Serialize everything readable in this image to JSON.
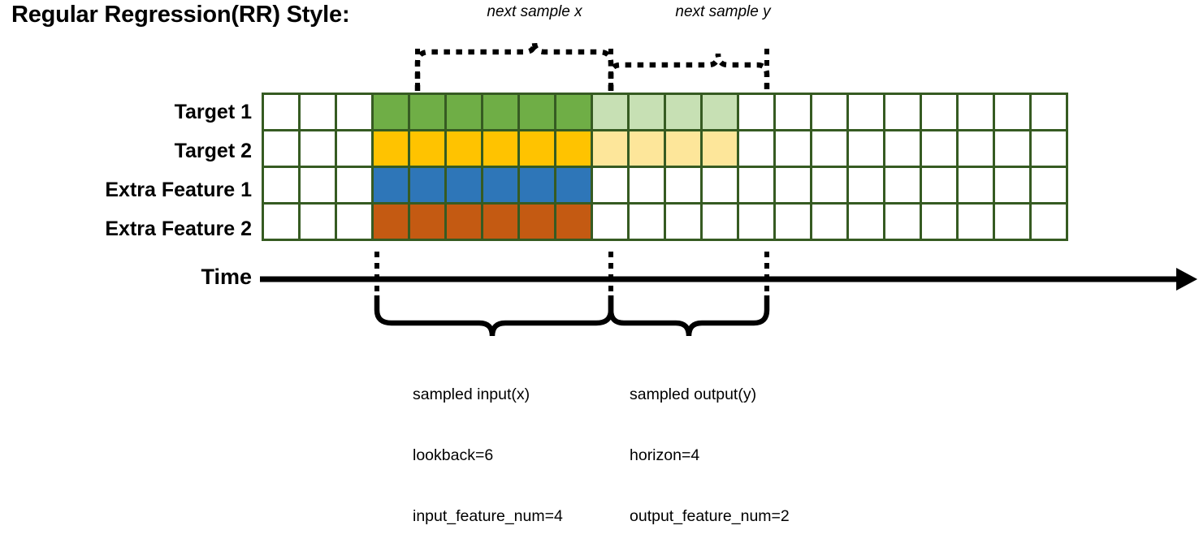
{
  "title": "Regular Regression(RR) Style:",
  "annotations": {
    "next_sample_x": "next sample x",
    "next_sample_y": "next sample y"
  },
  "rows": [
    {
      "label": "Target 1",
      "color": "#6FAE46",
      "faded_color": "#C7E0B4"
    },
    {
      "label": "Target 2",
      "color": "#FFC300",
      "faded_color": "#FDE69A"
    },
    {
      "label": "Extra Feature 1",
      "color": "#2E76B8",
      "faded_color": "#FFFFFF"
    },
    {
      "label": "Extra Feature 2",
      "color": "#C45A12",
      "faded_color": "#FFFFFF"
    }
  ],
  "axis": {
    "time_label": "Time"
  },
  "grid": {
    "total_columns": 22,
    "leading_blank_columns": 3,
    "input_columns": 6,
    "output_columns": 4,
    "trailing_blank_columns": 9,
    "border_color": "#365B22",
    "empty_color": "#FFFFFF"
  },
  "legend": {
    "input_block": {
      "line1": "sampled input(x)",
      "line2": "lookback=6",
      "line3": "input_feature_num=4"
    },
    "output_block": {
      "line1": "sampled output(y)",
      "line2": "horizon=4",
      "line3": "output_feature_num=2"
    }
  },
  "colors": {
    "grid_border": "#365B22",
    "target1": "#6FAE46",
    "target1_faded": "#C7E0B4",
    "target2": "#FFC300",
    "target2_faded": "#FDE69A",
    "extra1": "#2E76B8",
    "extra2": "#C45A12",
    "ink": "#000000"
  }
}
